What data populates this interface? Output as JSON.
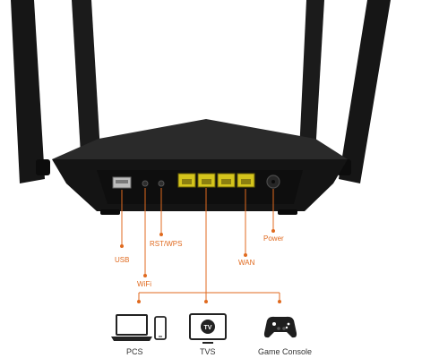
{
  "port_labels": {
    "usb": "USB",
    "wifi": "WiFi",
    "rst_wps": "RST/WPS",
    "wan": "WAN",
    "power": "Power"
  },
  "devices": {
    "pcs": "PCS",
    "tvs": "TVS",
    "tv_screen_text": "TV",
    "game_console": "Game Console"
  },
  "colors": {
    "router_body": "#141414",
    "lan_ports": "#d4c41c",
    "callout_lines": "#e06a1f",
    "device_icons": "#222222"
  }
}
